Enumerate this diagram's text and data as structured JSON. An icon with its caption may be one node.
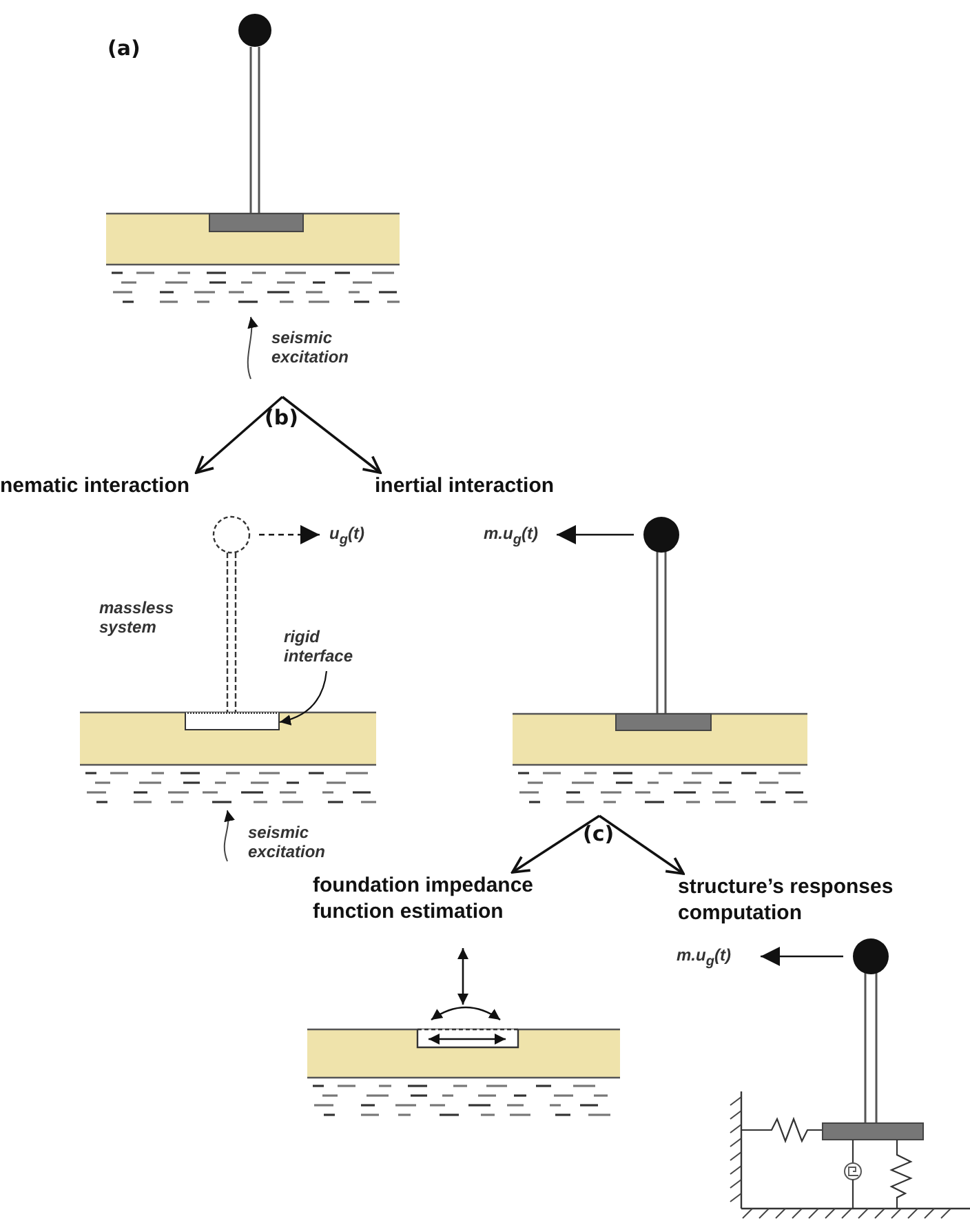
{
  "diagram": {
    "nodes": [
      {
        "text": [],
        "shape": "picture"
      },
      {
        "text": [
          "nematic interaction"
        ]
      },
      {
        "text": [
          "inertial interaction"
        ]
      },
      {
        "text": [
          "rigid interface"
        ]
      },
      {
        "text": [],
        "shape": "box"
      },
      {
        "text": [],
        "shape": "picture"
      },
      {
        "text": [
          "foundation impedance function estimation"
        ]
      },
      {
        "text": [
          "structure’s responses computation"
        ]
      }
    ],
    "edges": [
      {
        "from": 0,
        "to": 1,
        "arrow": "to"
      },
      {
        "from": 0,
        "to": 2,
        "arrow": "to"
      },
      {
        "from": 3,
        "to": 4,
        "arrow": "to"
      },
      {
        "from": 5,
        "to": 6,
        "arrow": "to"
      },
      {
        "from": 5,
        "to": 7,
        "arrow": "to"
      }
    ],
    "labels": [
      "(a)",
      "seismic excitation",
      "(b)",
      "u$_{g}$(t)",
      "massless system",
      "m.u$_{g}$(t)",
      "seismic excitation",
      "(c)",
      "m.u$_{g}$(t)"
    ]
  }
}
